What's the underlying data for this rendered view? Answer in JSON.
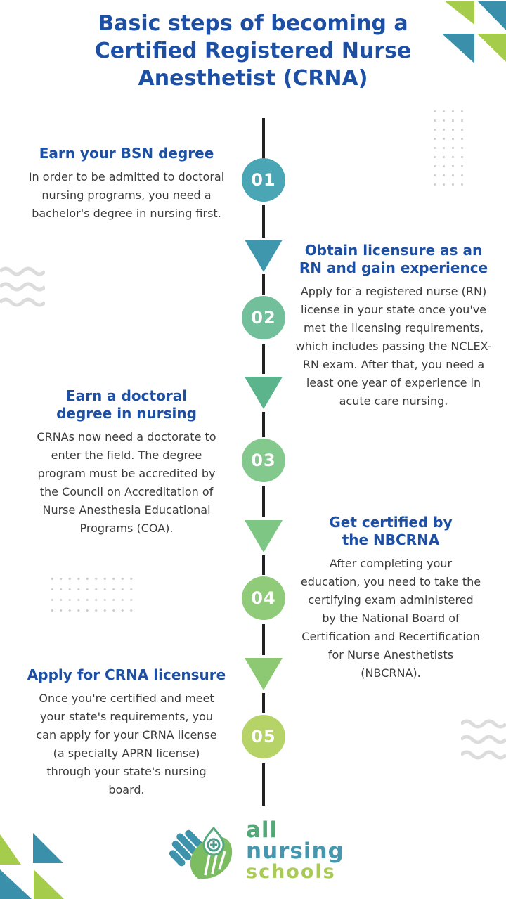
{
  "title": {
    "lines": [
      "Basic steps of becoming a",
      "Certified Registered Nurse",
      "Anesthetist (CRNA)"
    ],
    "color": "#1d50a4"
  },
  "steps": [
    {
      "number": "01",
      "side": "left",
      "heading": "Earn your BSN degree",
      "body": "In order to be admitted to doctoral nursing programs, you need a bachelor's degree in nursing first.",
      "circle_color": "#4aa6b5",
      "arrow_color": "#3e97ad"
    },
    {
      "number": "02",
      "side": "right",
      "heading": "Obtain licensure as an RN and gain experience",
      "body": "Apply for a registered nurse (RN) license in your state once you've met the licensing requirements, which includes passing the NCLEX-RN exam. After that, you need a least one year of experience in acute care nursing.",
      "circle_color": "#72c09b",
      "arrow_color": "#5cb48d"
    },
    {
      "number": "03",
      "side": "left",
      "heading": "Earn a doctoral degree in nursing",
      "body": "CRNAs now need a doctorate to enter the field. The degree program must be accredited by the Council on Accreditation of Nurse Anesthesia Educational Programs (COA).",
      "circle_color": "#83c88c",
      "arrow_color": "#7ec684"
    },
    {
      "number": "04",
      "side": "right",
      "heading": "Get certified by the NBCRNA",
      "body": "After completing your education, you need to take the certifying exam administered by the National Board of Certification and Recertification for Nurse Anesthetists (NBCRNA).",
      "circle_color": "#90cb7a",
      "arrow_color": "#8cc972"
    },
    {
      "number": "05",
      "side": "left",
      "heading": "Apply for CRNA licensure",
      "body": "Once you're certified and meet your state's requirements, you can apply for your CRNA license (a specialty APRN license) through your state's nursing board.",
      "circle_color": "#b5d366",
      "arrow_color": ""
    }
  ],
  "text_color": "#3b3b3b",
  "timeline": {
    "line_color": "#212121"
  },
  "decor": {
    "green": "#a5cc4b",
    "teal": "#3a90aa",
    "dot_color": "#cfcfd6",
    "wave_color": "#dcdcdc"
  },
  "logo": {
    "word1": "all",
    "word2": "nursing",
    "word3": "schools",
    "word1_color": "#54a877",
    "word2_color": "#4697ae",
    "word3_color": "#a9cb55",
    "hand_teal": "#3d93ac",
    "hand_green": "#7dbd62",
    "drop_stroke": "#56a97c",
    "cross_color": "#4b9b8a"
  }
}
